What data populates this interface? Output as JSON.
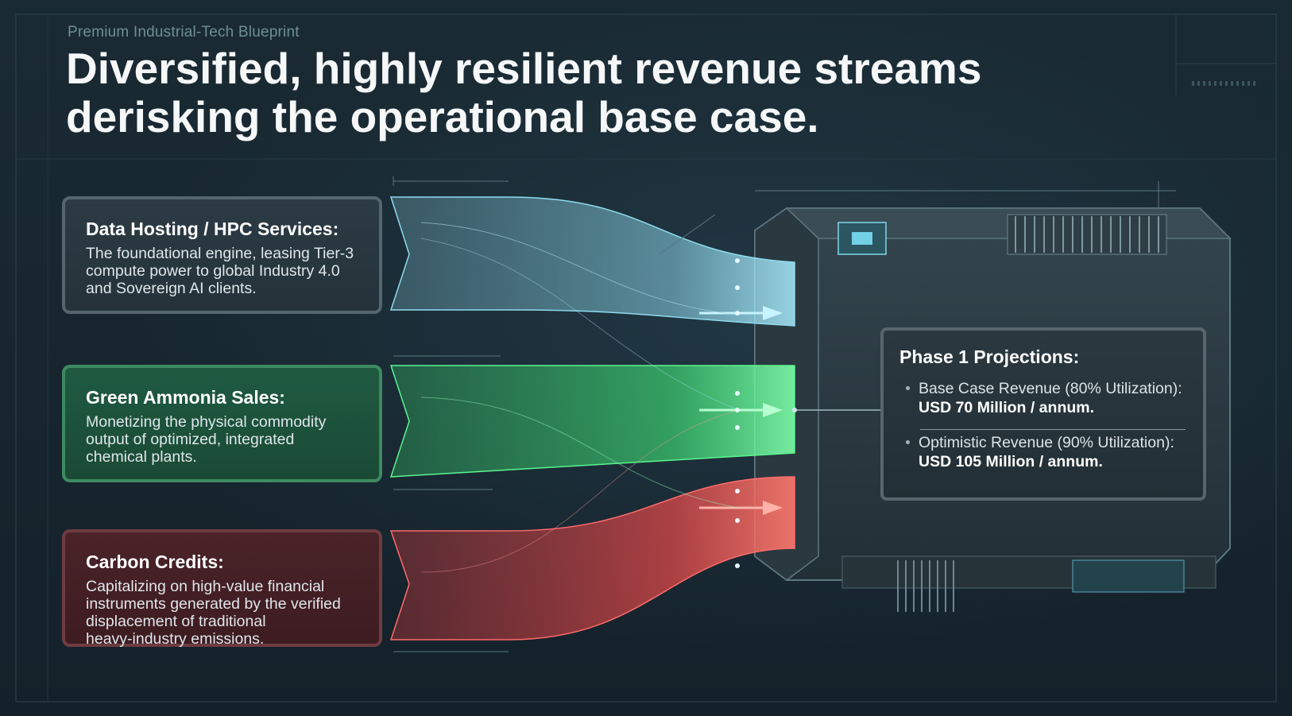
{
  "eyebrow": "Premium Industrial-Tech Blueprint",
  "headline": {
    "line1": "Diversified, highly resilient revenue streams",
    "line2": "derisking the operational base case."
  },
  "streams": [
    {
      "title": "Data Hosting / HPC Services:",
      "line1": "The foundational engine, leasing Tier-3",
      "line2": "compute power to global Industry 4.0",
      "line3": "and Sovereign AI clients.",
      "line4": "",
      "color": "#7fd3e6"
    },
    {
      "title": "Green Ammonia Sales:",
      "line1": "Monetizing the physical commodity",
      "line2": "output of optimized, integrated",
      "line3": "chemical plants.",
      "line4": "",
      "color": "#3ee07a"
    },
    {
      "title": "Carbon Credits:",
      "line1": "Capitalizing on high-value financial",
      "line2": "instruments generated by the verified",
      "line3": "displacement of traditional",
      "line4": "heavy-industry emissions.",
      "color": "#ff4d4d"
    }
  ],
  "projections": {
    "title": "Phase 1 Projections:",
    "items": [
      {
        "label": "Base Case Revenue (80% Utilization):",
        "value": "USD 70 Million / annum."
      },
      {
        "label": "Optimistic Revenue (90% Utilization):",
        "value": "USD 105 Million / annum."
      }
    ]
  }
}
